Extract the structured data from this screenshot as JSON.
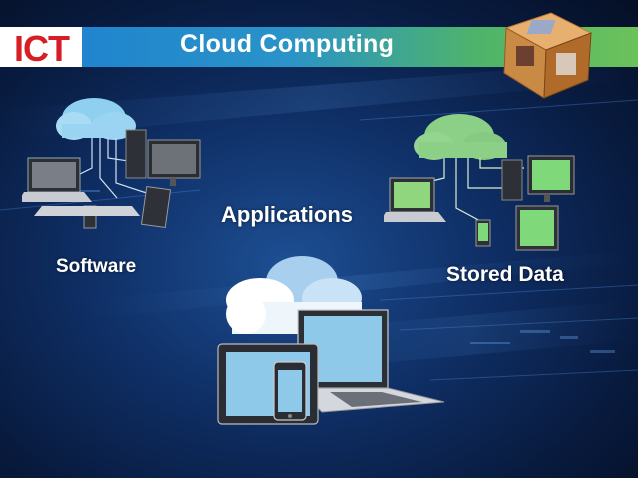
{
  "slide": {
    "title": "Cloud Computing",
    "logo_text": "ICT",
    "labels": {
      "software": "Software",
      "applications": "Applications",
      "stored_data": "Stored Data"
    }
  },
  "colors": {
    "title_bar_left": "#1c7fd0",
    "title_bar_right": "#6cc25a",
    "logo": "#d81e25",
    "background": "#0f2f66",
    "cloud_blue": "#8fd0f0",
    "cloud_green": "#8ccf86"
  },
  "icons": [
    "cube-photo-icon",
    "cloud-network-icon",
    "laptop-icon",
    "tablet-icon",
    "phone-icon",
    "monitor-icon",
    "tower-pc-icon"
  ]
}
